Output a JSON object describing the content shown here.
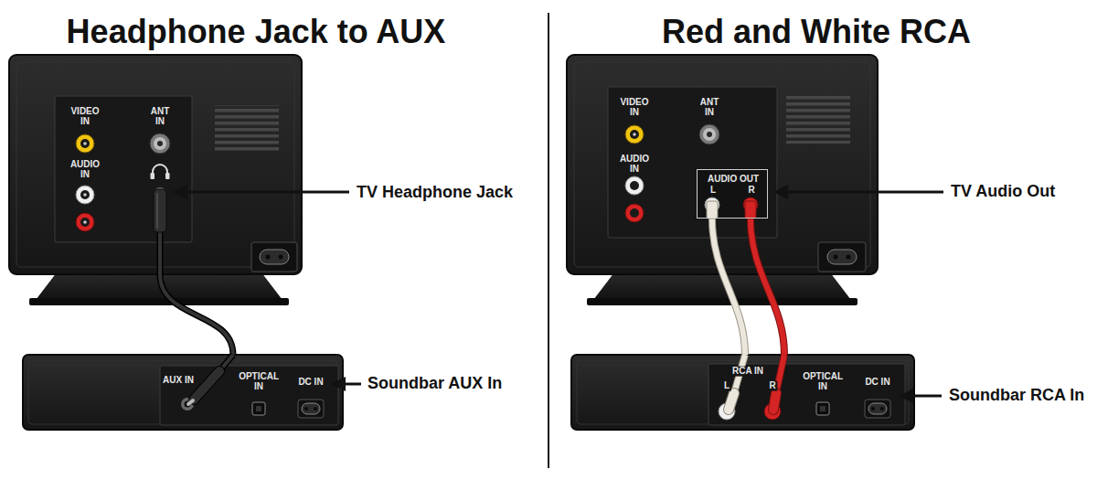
{
  "diagram": {
    "nodes": [
      {
        "text": [
          "VIDEO IN",
          "ANT IN",
          "AUDIO IN"
        ]
      },
      {
        "text": [
          "AUX IN",
          "OPTICAL IN",
          "DC IN"
        ]
      },
      {
        "text": [
          "VIDEO IN",
          "ANT IN",
          "AUDIO IN"
        ]
      },
      {
        "text": [
          "AUDIO OUT",
          "L",
          "R"
        ],
        "in": 2
      },
      {
        "text": [
          "RCA IN",
          "L",
          "R",
          "OPTICAL IN",
          "DC IN"
        ]
      }
    ],
    "edges": [
      {
        "from": 0,
        "to": 1,
        "arrow": "none"
      },
      {
        "from": 3,
        "to": 4,
        "arrow": "none"
      },
      {
        "from": 3,
        "to": 4,
        "arrow": "none"
      }
    ],
    "labels": [
      "Headphone Jack to AUX",
      "Red and White RCA",
      "TV Headphone Jack",
      "Soundbar AUX In",
      "TV Audio Out",
      "Soundbar RCA In"
    ]
  }
}
